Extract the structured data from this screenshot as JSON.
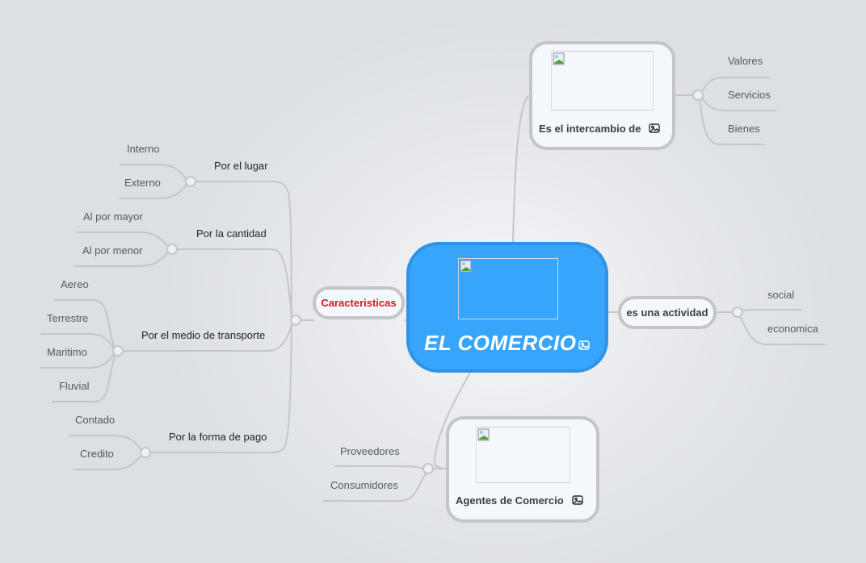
{
  "central": {
    "title": "EL COMERCIO",
    "icon": "image-icon",
    "color": "#36a5fb"
  },
  "topic_top": {
    "title": "Es el intercambio de",
    "icon": "image-icon",
    "children": [
      "Valores",
      "Servicios",
      "Bienes"
    ]
  },
  "topic_right": {
    "title": "es una actividad",
    "children": [
      "social",
      "economica"
    ]
  },
  "topic_bottom": {
    "title": "Agentes de Comercio",
    "icon": "image-icon",
    "children": [
      "Proveedores",
      "Consumidores"
    ]
  },
  "topic_left": {
    "title": "Caracteristicas",
    "title_color": "#e0141e",
    "groups": [
      {
        "label": "Por el lugar",
        "children": [
          "Interno",
          "Externo"
        ]
      },
      {
        "label": "Por la cantidad",
        "children": [
          "Al por mayor",
          "Al por menor"
        ]
      },
      {
        "label": "Por el medio de transporte",
        "children": [
          "Aereo",
          "Terrestre",
          "Maritimo",
          "Fluvial"
        ]
      },
      {
        "label": "Por la forma de pago",
        "children": [
          "Contado",
          "Credito"
        ]
      }
    ]
  }
}
